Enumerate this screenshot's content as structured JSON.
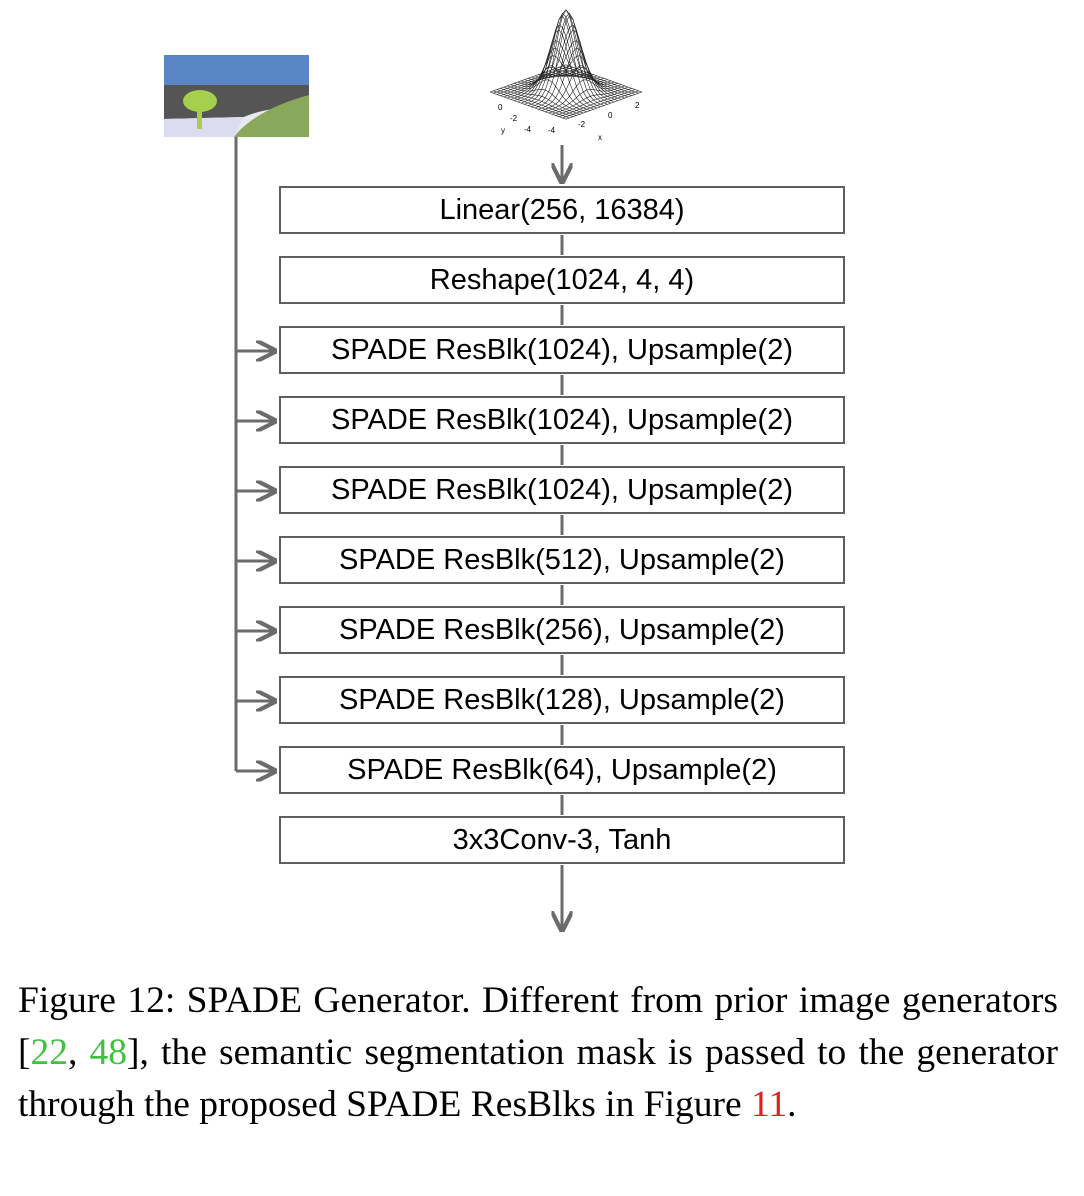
{
  "diagram": {
    "blocks": [
      "Linear(256, 16384)",
      "Reshape(1024, 4, 4)",
      "SPADE ResBlk(1024), Upsample(2)",
      "SPADE ResBlk(1024), Upsample(2)",
      "SPADE ResBlk(1024), Upsample(2)",
      "SPADE ResBlk(512), Upsample(2)",
      "SPADE ResBlk(256), Upsample(2)",
      "SPADE ResBlk(128), Upsample(2)",
      "SPADE ResBlk(64), Upsample(2)",
      "3x3Conv-3, Tanh"
    ],
    "gaussian_plot": {
      "y_ticks": [
        "0",
        "-2",
        "-4"
      ],
      "x_ticks": [
        "-4",
        "-2",
        "0",
        "2"
      ],
      "y_label": "y",
      "x_label": "x"
    },
    "colors": {
      "box_border": "#5f5f5f",
      "arrow": "#6b6b6b",
      "sky": "#5b86c6",
      "grass": "#8aa85c",
      "tree": "#a6cf4e"
    }
  },
  "caption": {
    "lead": "Figure 12: SPADE Generator. Different from prior image generators [",
    "ref1": "22",
    "sep": ", ",
    "ref2": "48",
    "middle": "], the semantic segmentation mask is passed to the generator through the proposed SPADE ResBlks in Figure ",
    "ref3": "11",
    "tail": "."
  }
}
